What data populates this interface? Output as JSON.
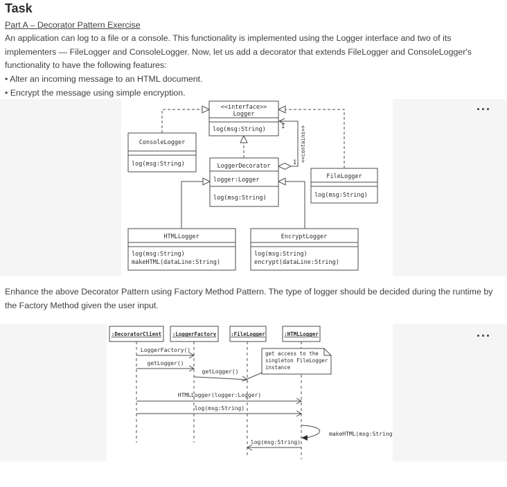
{
  "page": {
    "title": "Task",
    "heading": "Part A – Decorator Pattern Exercise",
    "body_lines": [
      "An application can log to a file or a console. This functionality is implemented using the Logger interface and two of its",
      "implementers — FileLogger and ConsoleLogger. Now, let us add a decorator that extends FileLogger and ConsoleLogger's",
      "functionality to have the following features:"
    ],
    "bullets": [
      "• Alter an incoming message to an HTML document.",
      "• Encrypt the message using simple encryption."
    ],
    "enhance_lines": [
      "Enhance the above Decorator Pattern using Factory Method Pattern. The type of logger should be decided during the runtime by",
      "the Factory Method given the user input."
    ]
  },
  "part_a": {
    "interface_stereotype": "<<interface>>",
    "interface_name": "Logger",
    "interface_op": "log(msg:String)",
    "console_name": "ConsoleLogger",
    "console_op": "log(msg:String)",
    "file_name": "FileLogger",
    "file_op": "log(msg:String)",
    "decorator_name": "LoggerDecorator",
    "decorator_attr": "logger:Logger",
    "decorator_op": "log(msg:String)",
    "html_name": "HTMLLogger",
    "html_op1": "log(msg:String)",
    "html_op2": "makeHTML(dataLine:String)",
    "encrypt_name": "EncryptLogger",
    "encrypt_op1": "log(msg:String)",
    "encrypt_op2": "encrypt(dataLine:String)",
    "contains_label": "<<contains>>",
    "mult_contains": "1",
    "mult_aggregate": "1"
  },
  "part_b": {
    "client": ":DecoratorClient",
    "factory": ":LoggerFactory",
    "file": ":FileLogger",
    "html": ":HTMLLogger",
    "m1": "LoggerFactory()",
    "m2": "getLogger()",
    "m3": "getLogger()",
    "m4": "HTMLLogger(logger:Logger)",
    "m5": "log(msg:String)",
    "m6": "makeHTML(msg:String)",
    "m7": "log(msg:String)",
    "note_lines": [
      "get access to the",
      "singleton FileLogger",
      "instance"
    ]
  },
  "colors": {
    "panel_gray": "#f5f5f6",
    "diagram_stroke": "#4a4a4a",
    "text": "#3e3e3e"
  }
}
